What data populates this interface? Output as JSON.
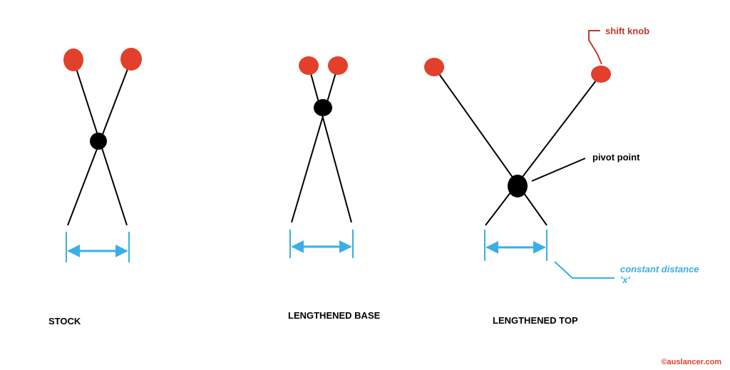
{
  "colors": {
    "knob": "#e2402a",
    "pivot": "#000000",
    "lever": "#000000",
    "dimension": "#3aaee6",
    "callout_shift": "#c0392b",
    "callout_distance": "#3aaee6",
    "watermark": "#e2402a"
  },
  "labels": {
    "stock": "STOCK",
    "lengthened_base": "LENGTHENED BASE",
    "lengthened_top": "LENGTHENED TOP",
    "shift_knob": "shift knob",
    "pivot_point": "pivot point",
    "constant_distance_line1": "constant distance",
    "constant_distance_line2": "'x'"
  },
  "watermark": "©auslancer.com"
}
